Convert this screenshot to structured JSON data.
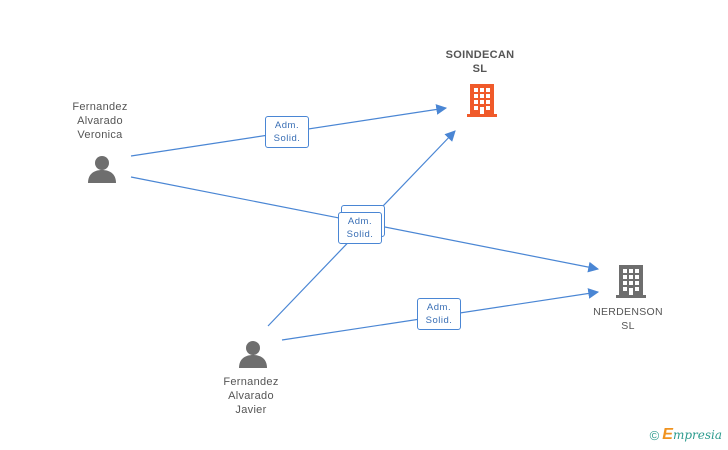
{
  "nodes": {
    "person_veronica": {
      "lines": [
        "Fernandez",
        "Alvarado",
        "Veronica"
      ]
    },
    "person_javier": {
      "lines": [
        "Fernandez",
        "Alvarado",
        "Javier"
      ]
    },
    "company_soindecan": {
      "lines": [
        "SOINDECAN",
        "SL"
      ],
      "color": "#f05a2a"
    },
    "company_nerdenson": {
      "lines": [
        "NERDENSON",
        "SL"
      ],
      "color": "#6e6e6e"
    }
  },
  "edges": {
    "veronica_soindecan": {
      "lines": [
        "Adm.",
        "Solid."
      ]
    },
    "veronica_nerdenson": {
      "lines": [
        "Adm.",
        "Solid."
      ]
    },
    "javier_soindecan": {
      "lines": [
        "Adm.",
        "Solid."
      ]
    },
    "javier_nerdenson": {
      "lines": [
        "Adm.",
        "Solid."
      ]
    }
  },
  "colors": {
    "edge": "#4a86d4",
    "person_icon": "#6e6e6e"
  },
  "footer": {
    "copyright": "©",
    "brand_initial": "E",
    "brand_rest": "mpresia"
  }
}
